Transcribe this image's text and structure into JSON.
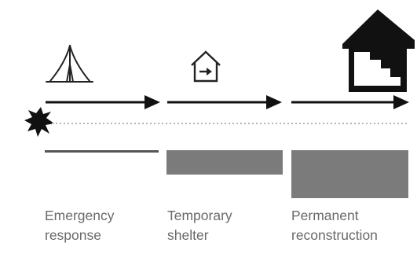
{
  "stages": [
    {
      "id": "emergency",
      "label_line1": "Emergency",
      "label_line2": "response",
      "icon": "tent-icon"
    },
    {
      "id": "temporary",
      "label_line1": "Temporary",
      "label_line2": "shelter",
      "icon": "house-arrow-icon"
    },
    {
      "id": "permanent",
      "label_line1": "Permanent",
      "label_line2": "reconstruction",
      "icon": "house-stairs-icon"
    }
  ],
  "event_icon": "disaster-burst-icon",
  "relative_magnitude": {
    "emergency": 0.05,
    "temporary": 0.45,
    "permanent": 1.0
  },
  "colors": {
    "ink": "#111111",
    "bar_fill": "#7b7b7b",
    "thin_bar": "#555555",
    "dotted_line": "#b5b5b5",
    "label_text": "#6a6a6a"
  }
}
